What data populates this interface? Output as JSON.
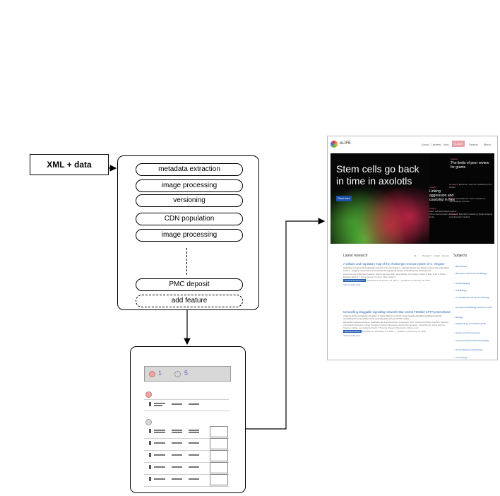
{
  "input": {
    "label": "XML + data"
  },
  "pipeline": {
    "steps": [
      "metadata extraction",
      "image processing",
      "versioning",
      "CDN population",
      "image processing",
      "PMC deposit",
      "add feature"
    ]
  },
  "dashboard": {
    "header_counts": [
      "1",
      "5"
    ],
    "colors": {
      "red_dot": "#f2a4a4",
      "grey_dot": "#d9d9d9",
      "count": "#6a63c8"
    }
  },
  "website": {
    "name": "eLIFE",
    "nav": [
      "About",
      "Careers",
      "Jobs",
      "Submit",
      "Search",
      "Menu"
    ],
    "hero_title": "Stem cells go back in time in axolotls",
    "hero_button": "Read more",
    "side_top": {
      "kicker": "Feature",
      "text": "The limits of peer review for grants"
    },
    "side_mid": {
      "kicker": "Insight",
      "text": "Linking aggression and courtship in flies"
    },
    "side_bottom": {
      "kicker": "Insight",
      "text": "Stem cell-associated regions inform the formation of axolotl limbs"
    },
    "side_list": [
      {
        "k": "Research",
        "t": "Evolution: How the zebrafish got its stripes"
      },
      {
        "k": "Insight",
        "t": "Cytoskeleton: How networks of microtubules contract"
      },
      {
        "k": "Research",
        "t": "Microlight scattering: Rapid imaging and detection tracking"
      }
    ],
    "latest_title": "Latest research",
    "latest_tabs": [
      "All",
      "Research",
      "Insight",
      "Feature"
    ],
    "articles": [
      {
        "title": "A cellular and regulatory map of the cholinergic nervous system of C. elegans",
        "desc": "Analyzing a map of all cholinergic neurons in the nematode C. elegans shows how these neurons are embedded in the C. elegans connectome and reveals the regulatory factors controlling their development.",
        "authors": "Laura Pereira, Paschalis Kratsios, Esther Serrano-Saiz, Hila Sheftel, Avi E Mayo, David H Hall, John G White, Brigitte LeBoeuf, L Rene Garcia, Uri Alon, Oliver Hobert",
        "badge": "Tools and Resources",
        "meta": "Published on December 25, 2015 — Updated on February 16, 2016",
        "view": "View in eLife Lens"
      },
      {
        "title": "Unravelling druggable signalling networks that control F508del-CFTR proteostasis",
        "desc": "Analysis of the mechanism of action of cystic fibrosis corrector drugs reveals signalling pathways potently controlling the proteostasis of the most disease-relevant CFTR mutant.",
        "authors": "Ramanath Narayana Hegde, Seetharaman Parashuraman, Francesco Iorio, Fabiana Ciciriello, Fabrizio Capuani, Annamaria Carissimo, Diego Carrella, Vincenzo Belcastro, Advait Subramanian, Laura Bounti, Maria Persico, Graeme Carlile, Luis Galietta, David Y Thomas, Diego Di Bernardo, Alberto Luini",
        "badge": "Research Article",
        "meta": "Published on December 23, 2015 — Updated on February 16, 2016",
        "view": "View in eLife Lens"
      }
    ],
    "subjects_title": "Subjects",
    "subjects": [
      "Biochemistry",
      "Biophysics and Structural Biology",
      "Cancer Biology",
      "Cell Biology",
      "Computational and Systems Biology",
      "Developmental Biology and Stem Cells",
      "Ecology",
      "Epidemiology and Global Health",
      "Genes and Chromosomes",
      "Genomics and Evolutionary Biology",
      "Human Biology and Medicine",
      "Immunology"
    ]
  }
}
